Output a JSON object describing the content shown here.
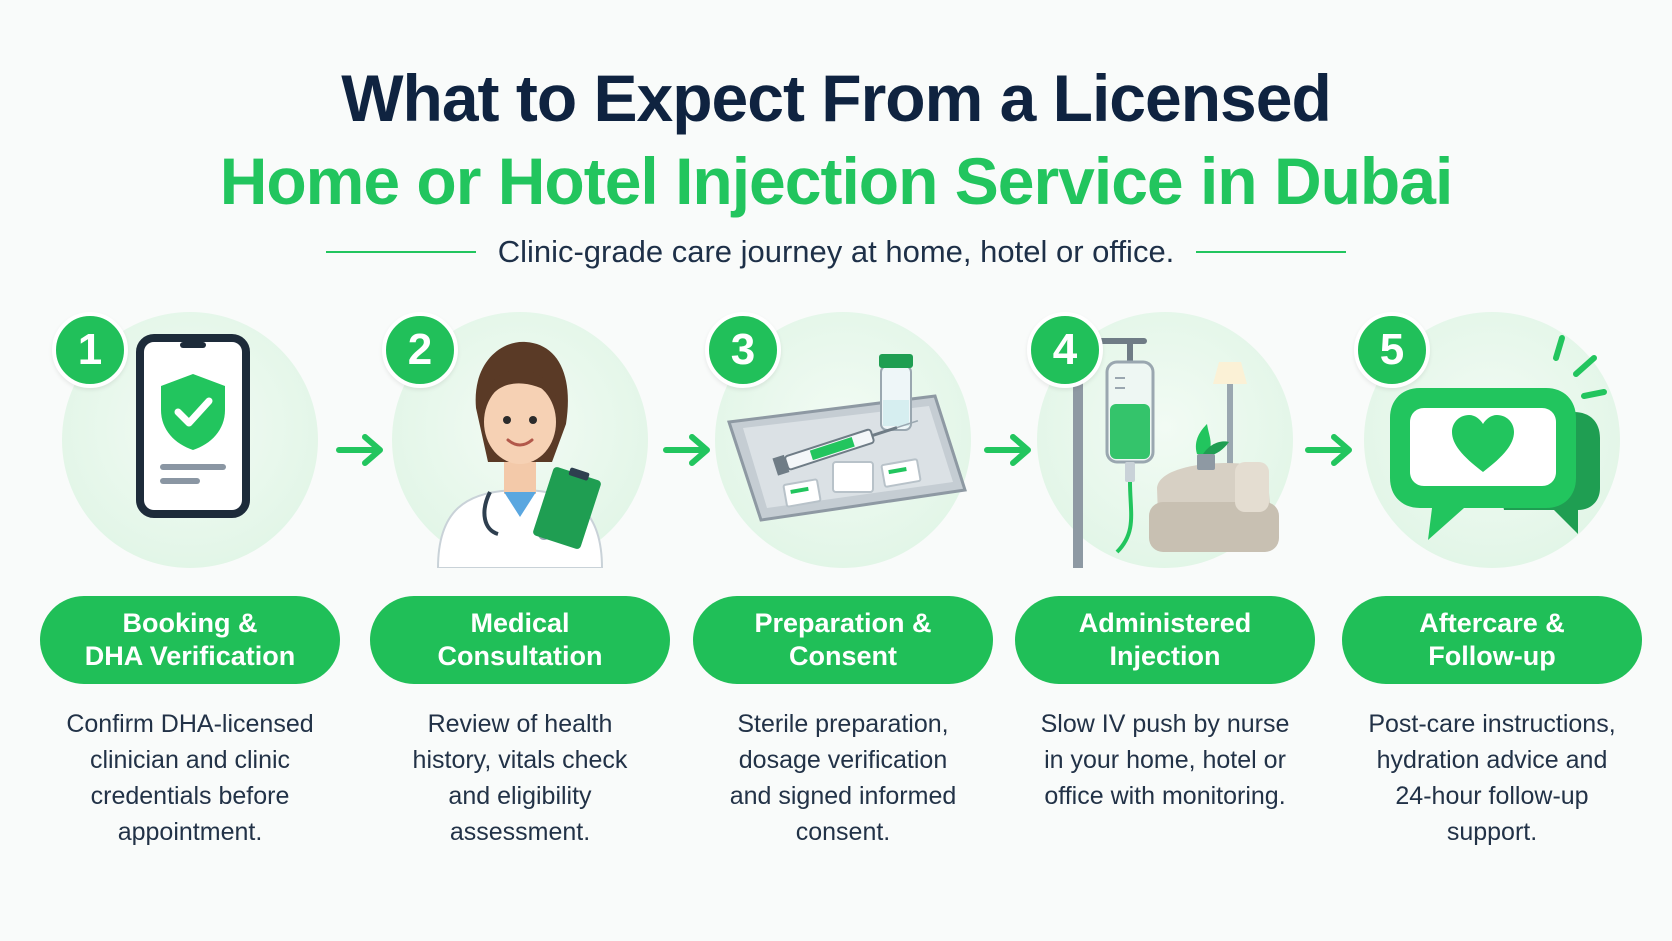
{
  "header": {
    "title_line1": "What to Expect From a Licensed",
    "title_line2": "Home or Hotel Injection Service in Dubai",
    "subtitle": "Clinic-grade care journey at home, hotel or office."
  },
  "colors": {
    "accent_green": "#22c55e",
    "navy": "#0f2340",
    "circle_tint": "#e3f6e8"
  },
  "steps": [
    {
      "number": "1",
      "title_lines": [
        "Booking &",
        "DHA Verification"
      ],
      "description_lines": [
        "Confirm DHA-licensed",
        "clinician and clinic",
        "credentials before",
        "appointment."
      ],
      "icon": "phone-shield-check-icon"
    },
    {
      "number": "2",
      "title_lines": [
        "Medical",
        "Consultation"
      ],
      "description_lines": [
        "Review of health",
        "history, vitals check",
        "and eligibility",
        "assessment."
      ],
      "icon": "doctor-clipboard-icon"
    },
    {
      "number": "3",
      "title_lines": [
        "Preparation &",
        "Consent"
      ],
      "description_lines": [
        "Sterile preparation,",
        "dosage verification",
        "and signed informed",
        "consent."
      ],
      "icon": "syringe-tray-icon"
    },
    {
      "number": "4",
      "title_lines": [
        "Administered",
        "Injection"
      ],
      "description_lines": [
        "Slow IV push by nurse",
        "in your home, hotel or",
        "office with monitoring."
      ],
      "icon": "iv-drip-room-icon"
    },
    {
      "number": "5",
      "title_lines": [
        "Aftercare &",
        "Follow-up"
      ],
      "description_lines": [
        "Post-care instructions,",
        "hydration advice and",
        "24-hour follow-up",
        "support."
      ],
      "icon": "heart-chat-bubble-icon"
    }
  ]
}
